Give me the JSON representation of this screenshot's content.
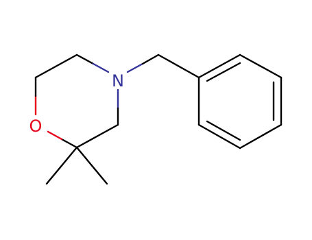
{
  "molecule": {
    "atoms": [
      {
        "id": "n",
        "element": "N",
        "label": "N",
        "color": "#33339a"
      },
      {
        "id": "o",
        "element": "O",
        "label": "O",
        "color": "#e8001a"
      }
    ],
    "bond_color": "#000000"
  }
}
